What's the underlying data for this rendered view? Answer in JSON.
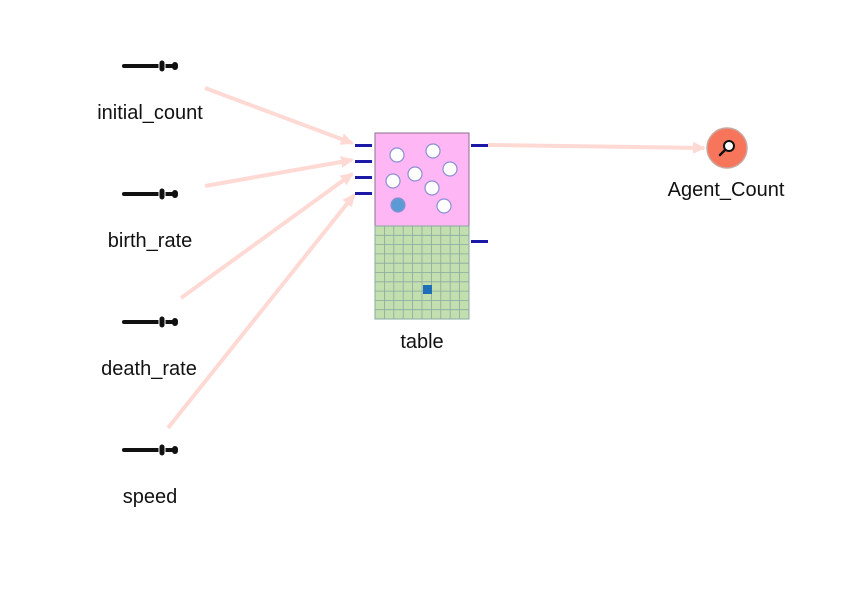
{
  "sliders": [
    {
      "id": "initial_count",
      "label": "initial_count"
    },
    {
      "id": "birth_rate",
      "label": "birth_rate"
    },
    {
      "id": "death_rate",
      "label": "death_rate"
    },
    {
      "id": "speed",
      "label": "speed"
    }
  ],
  "table_node": {
    "label": "table",
    "icon": "agent-table-icon"
  },
  "output_node": {
    "label": "Agent_Count",
    "icon": "magnifier-icon"
  },
  "colors": {
    "link": "#ffd9d4",
    "port": "#1a1aa6",
    "agent_area": "#ffb6f5",
    "grid_area": "#c3dfb0",
    "grid_line": "#8aa8a0",
    "agent_outline": "#8b8fd1",
    "highlight_agent": "#5b9bd5",
    "highlight_cell": "#1f6fb8",
    "output_fill": "#f7765b",
    "slider": "#111111"
  }
}
